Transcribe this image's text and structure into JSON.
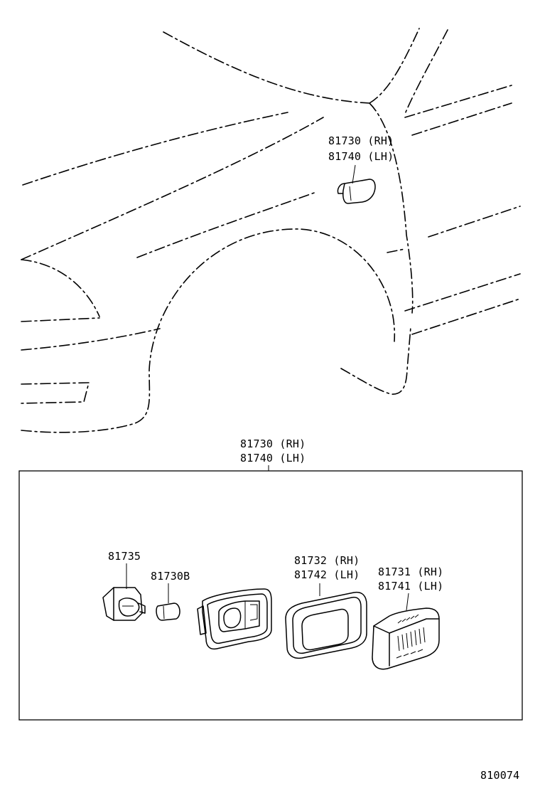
{
  "callouts": {
    "fender_marker": {
      "line1": "81730 (RH)",
      "line2": "81740 (LH)"
    },
    "assembly": {
      "line1": "81730 (RH)",
      "line2": "81740 (LH)"
    },
    "socket": "81735",
    "bulb": "81730B",
    "gasket": {
      "line1": "81732 (RH)",
      "line2": "81742 (LH)"
    },
    "lens": {
      "line1": "81731 (RH)",
      "line2": "81741 (LH)"
    }
  },
  "diagram_number": "810074"
}
